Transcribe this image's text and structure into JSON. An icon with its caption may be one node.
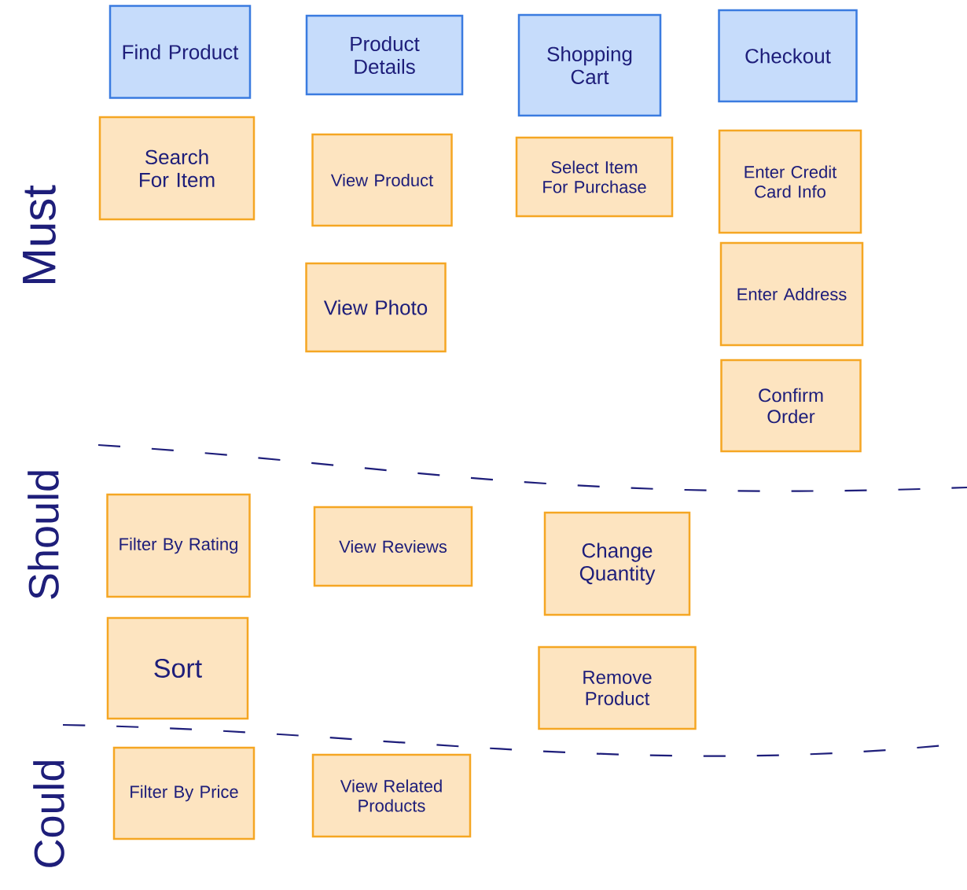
{
  "diagram": {
    "nodes": [
      {
        "text": [
          "Find Product"
        ]
      },
      {
        "text": [
          "Product Details"
        ]
      },
      {
        "text": [
          "Shopping Cart"
        ]
      },
      {
        "text": [
          "Checkout"
        ]
      },
      {
        "text": [
          "Search For Item"
        ]
      },
      {
        "text": [
          "View Product"
        ]
      },
      {
        "text": [
          "Select Item For Purchase"
        ]
      },
      {
        "text": [
          "Enter Credit Card Info"
        ]
      },
      {
        "text": [
          "View Photo"
        ]
      },
      {
        "text": [
          "Enter Address"
        ]
      },
      {
        "text": [
          "Confirm Order"
        ]
      },
      {
        "text": [
          "Filter By Rating"
        ]
      },
      {
        "text": [
          "View Reviews"
        ]
      },
      {
        "text": [
          "Change Quantity"
        ]
      },
      {
        "text": [
          "Sort"
        ]
      },
      {
        "text": [
          "Remove Product"
        ]
      },
      {
        "text": [
          "Filter By Price"
        ]
      },
      {
        "text": [
          "View Related Products"
        ]
      }
    ],
    "labels": [
      "Must",
      "Should",
      "Could"
    ]
  }
}
